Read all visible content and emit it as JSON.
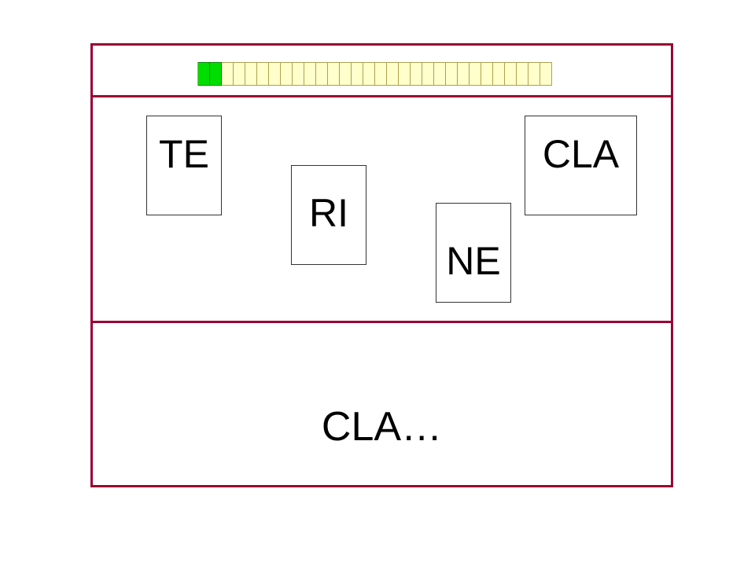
{
  "progress": {
    "total_steps": 30,
    "completed_steps": 2,
    "colors": {
      "done": "#00dd00",
      "todo": "#ffffcc"
    }
  },
  "cards": [
    {
      "id": "te",
      "label": "TE"
    },
    {
      "id": "ri",
      "label": "RI"
    },
    {
      "id": "ne",
      "label": "NE"
    },
    {
      "id": "cla",
      "label": "CLA"
    }
  ],
  "answer": {
    "text": "CLA…"
  },
  "colors": {
    "frame": "#990033"
  }
}
